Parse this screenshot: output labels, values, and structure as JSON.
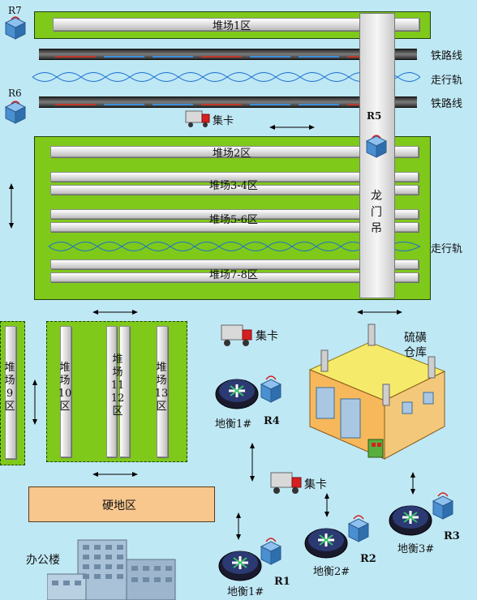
{
  "yards": {
    "y1": "堆场1区",
    "y2": "堆场2区",
    "y34": "堆场3-4区",
    "y56": "堆场5-6区",
    "y78": "堆场7-8区",
    "y9": [
      "堆",
      "场",
      "9",
      "区"
    ],
    "y10": [
      "堆",
      "场",
      "10",
      "区"
    ],
    "y1112": [
      "堆",
      "场",
      "11",
      "12",
      "区"
    ],
    "y13": [
      "堆",
      "场",
      "13",
      "区"
    ]
  },
  "tracks": {
    "rail_top": "铁路线",
    "run_track_top": "走行轨",
    "rail_bottom": "铁路线",
    "run_track_mid": "走行轨"
  },
  "crane": {
    "label": [
      "龙",
      "门",
      "吊"
    ]
  },
  "trucks": {
    "t1": "集卡",
    "t2": "集卡",
    "t3": "集卡"
  },
  "readers": {
    "r7": "R7",
    "r6": "R6",
    "r5": "R5",
    "r4": "R4",
    "r1": "R1",
    "r2": "R2",
    "r3": "R3"
  },
  "scales": {
    "s1_top": "地衡1#",
    "s1": "地衡1#",
    "s2": "地衡2#",
    "s3": "地衡3#"
  },
  "warehouse": {
    "line1": "硫磺",
    "line2": "仓库"
  },
  "hard_area": "硬地区",
  "office": "办公楼",
  "colors": {
    "grass": "#7fc91a",
    "sky": "#bfe8f5",
    "hard": "#f8c78e",
    "reader": "#4a8fd0"
  }
}
